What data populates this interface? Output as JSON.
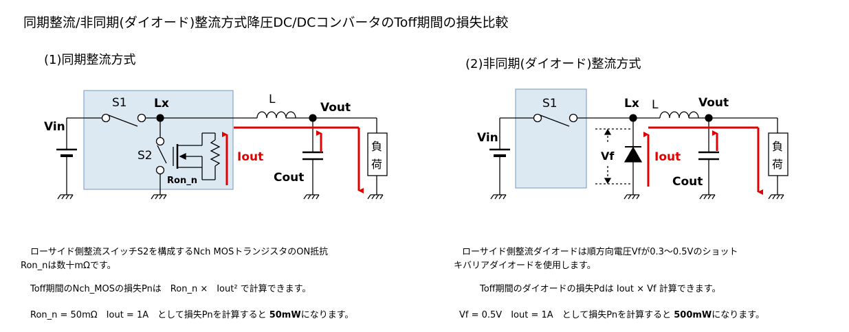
{
  "title": "同期整流/非同期(ダイオード)整流方式降圧DC/DCコンバータのToff期間の損失比較",
  "sync": {
    "heading": "(1)同期整流方式",
    "labels": {
      "vin": "Vin",
      "s1": "S1",
      "lx": "Lx",
      "l": "L",
      "vout": "Vout",
      "s2": "S2",
      "iout": "Iout",
      "cout": "Cout",
      "ron": "Ron_n",
      "load_top": "負",
      "load_bottom": "荷"
    },
    "text_line1": "ローサイド側整流スイッチS2を構成するNch MOSトランジスタのON抵抗",
    "text_line2": "Ron_nは数十mΩです。",
    "text_loss": "Toff期間のNch_MOSの損失Pnは　Ron_n ×　Iout² で計算できます。",
    "text_calc_pre": "Ron_n = 50mΩ　Iout = 1A　として損失Pnを計算すると ",
    "text_calc_result": "50mW",
    "text_calc_post": "になります。"
  },
  "async": {
    "heading": "(2)非同期(ダイオード)整流方式",
    "labels": {
      "vin": "Vin",
      "s1": "S1",
      "lx": "Lx",
      "l": "L",
      "vout": "Vout",
      "vf": "Vf",
      "iout": "Iout",
      "cout": "Cout",
      "load_top": "負",
      "load_bottom": "荷"
    },
    "text_line1": "ローサイド側整流ダイオードは順方向電圧Vfが0.3〜0.5Vのショット",
    "text_line2": "キバリアダイオードを使用します。",
    "text_loss": "Toff期間のダイオードの損失Pdは Iout × Vf  計算できます。",
    "text_calc_pre": "Vf = 0.5V　Iout = 1A　として損失Pnを計算すると ",
    "text_calc_result": "500mW",
    "text_calc_post": "になります。"
  },
  "colors": {
    "block_fill": "#dce8f2",
    "block_stroke": "#8eaccb",
    "current": "#e00000",
    "wire": "#000000"
  }
}
